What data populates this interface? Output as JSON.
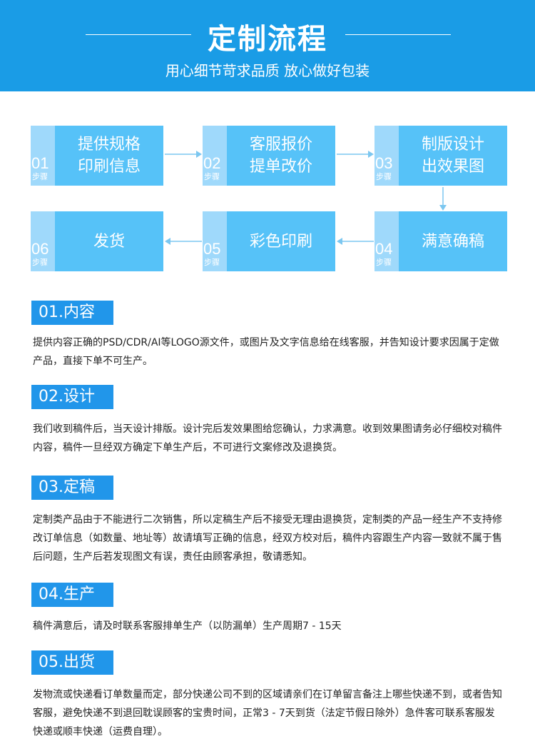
{
  "header": {
    "title": "定制流程",
    "subtitle": "用心细节苛求品质 放心做好包装"
  },
  "steps": [
    {
      "num": "01",
      "step_text": "步骤",
      "label": "提供规格\n印刷信息"
    },
    {
      "num": "02",
      "step_text": "步骤",
      "label": "客服报价\n提单改价"
    },
    {
      "num": "03",
      "step_text": "步骤",
      "label": "制版设计\n出效果图"
    },
    {
      "num": "04",
      "step_text": "步骤",
      "label": "满意确稿"
    },
    {
      "num": "05",
      "step_text": "步骤",
      "label": "彩色印刷"
    },
    {
      "num": "06",
      "step_text": "步骤",
      "label": "发货"
    }
  ],
  "sections": [
    {
      "badge": "01.内容",
      "text": "提供内容正确的PSD/CDR/AI等LOGO源文件，或图片及文字信息给在线客服，并告知设计要求因属于定做产品，直接下单不可生产。"
    },
    {
      "badge": "02.设计",
      "text": "我们收到稿件后，当天设计排版。设计完后发效果图给您确认，力求满意。收到效果图请务必仔细校对稿件内容，稿件一旦经双方确定下单生产后，不可进行文案修改及退换货。"
    },
    {
      "badge": "03.定稿",
      "text": "定制类产品由于不能进行二次销售，所以定稿生产后不接受无理由退换货，定制类的产品一经生产不支持修改订单信息（如数量、地址等）故请填写正确的信息，经双方校对后，稿件内容跟生产内容一致就不属于售后问题，生产后若发现图文有误，责任由顾客承担，敬请悉知。"
    },
    {
      "badge": "04.生产",
      "text": "稿件满意后，请及时联系客服排单生产（以防漏单）生产周期7 - 15天"
    },
    {
      "badge": "05.出货",
      "text": "发物流或快递看订单数量而定，部分快递公司不到的区域请亲们在订单留言备注上哪些快递不到，或者告知客服，避免快递不到退回耽误顾客的宝贵时间，正常3 - 7天到货（法定节假日除外）急件客可联系客服发快递或顺丰快递（运费自理）。"
    }
  ],
  "colors": {
    "header_bg": "#1a9ce6",
    "step_main": "#56c2f8",
    "step_num_panel": "#9fd9fb",
    "badge_bg": "#2196ea"
  }
}
